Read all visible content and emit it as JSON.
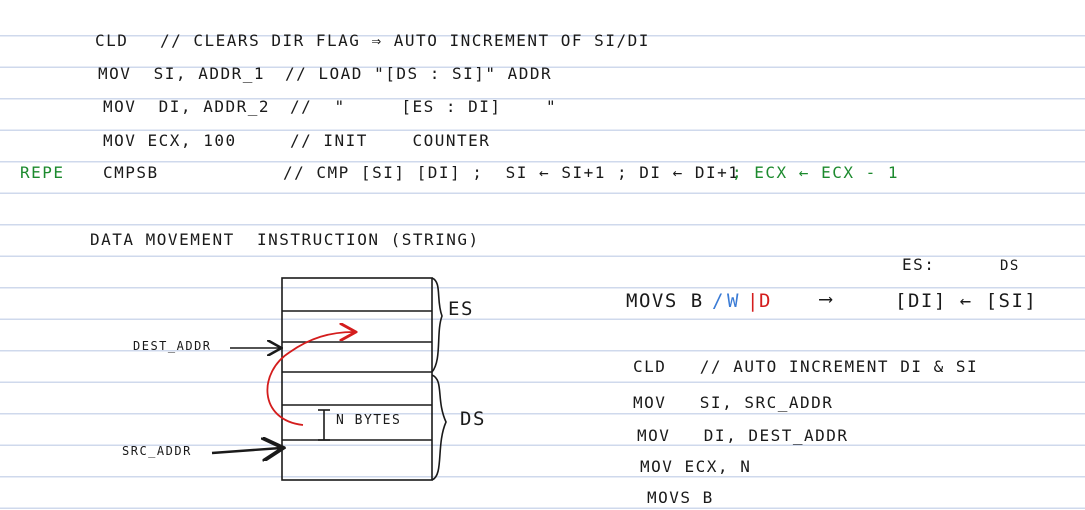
{
  "colors": {
    "ink": "#1a1a1a",
    "green": "#1c8a2e",
    "blue": "#3a7bd5",
    "red": "#d41d1d",
    "rule": "#cfd9ec"
  },
  "code_block_1": {
    "line1": {
      "instr": "CLD",
      "comment": "// CLEARS DIR FLAG ⇒ AUTO INCREMENT OF SI/DI"
    },
    "line2": {
      "instr": "MOV  SI, ADDR_1",
      "comment": "// LOAD \"[DS : SI]\" ADDR"
    },
    "line3": {
      "instr": "MOV  DI, ADDR_2",
      "comment": "//  \"     [ES : DI]    \""
    },
    "line4": {
      "instr": "MOV ECX, 100",
      "comment": "// INIT    COUNTER"
    },
    "line5": {
      "prefix": "REPE",
      "instr": "CMPSB",
      "comment": "// CMP [SI] [DI] ;  SI ← SI+1 ; DI ← DI+1",
      "comment_tail": "; ECX ← ECX - 1"
    }
  },
  "section_title": "DATA MOVEMENT  INSTRUCTION (STRING)",
  "diagram": {
    "es_label": "ES",
    "ds_label": "DS",
    "dest_label": "DEST_ADDR",
    "src_label": "SRC_ADDR",
    "bytes_label": "N BYTES"
  },
  "movs": {
    "head_es": "ES:",
    "head_ds": "DS",
    "mnemonic": "MOVS B",
    "sep1": "/",
    "w": "W",
    "sep2": "|",
    "d": "D",
    "arrow": "⟶",
    "expr": "[DI] ← [SI]"
  },
  "code_block_2": {
    "line1": "CLD   // AUTO INCREMENT DI & SI",
    "line2": "MOV   SI, SRC_ADDR",
    "line3": "MOV   DI, DEST_ADDR",
    "line4": "MOV ECX, N",
    "line5": "MOVS B"
  }
}
